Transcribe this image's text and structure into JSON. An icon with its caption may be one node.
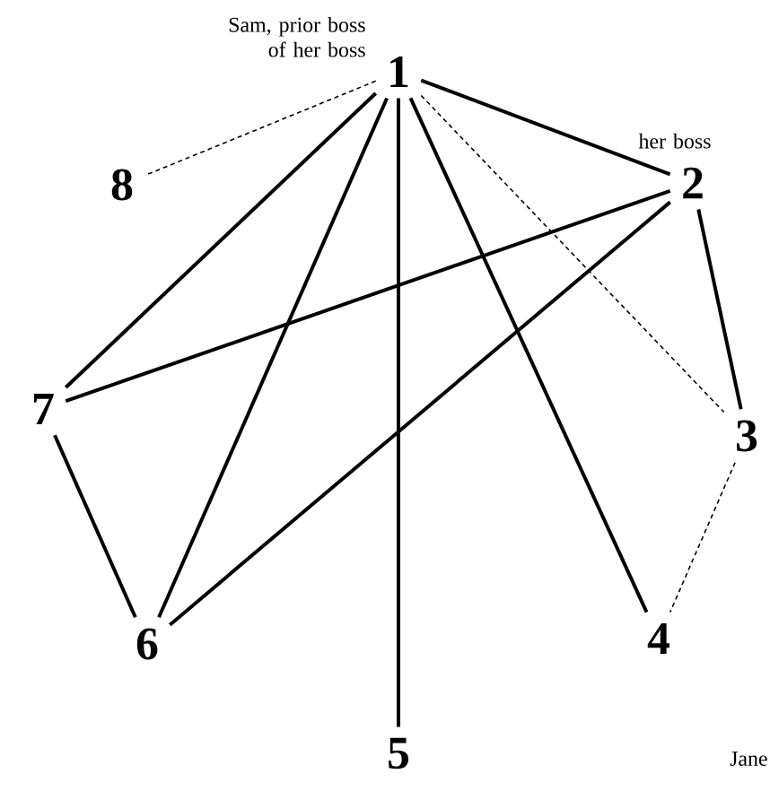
{
  "diagram": {
    "nodes": [
      {
        "text": [
          "1"
        ],
        "beside": [
          "Sam, prior boss of her boss"
        ]
      },
      {
        "text": [
          "2"
        ],
        "beside": [
          "her boss"
        ]
      },
      {
        "text": [
          "3"
        ]
      },
      {
        "text": [
          "4"
        ]
      },
      {
        "text": [
          "5"
        ]
      },
      {
        "text": [
          "6"
        ]
      },
      {
        "text": [
          "7"
        ]
      },
      {
        "text": [
          "8"
        ]
      }
    ],
    "edges": [
      {
        "from": 0,
        "to": 7,
        "arrow": "none",
        "style": "dashed"
      },
      {
        "from": 0,
        "to": 6,
        "arrow": "none"
      },
      {
        "from": 0,
        "to": 5,
        "arrow": "none"
      },
      {
        "from": 0,
        "to": 4,
        "arrow": "none"
      },
      {
        "from": 0,
        "to": 3,
        "arrow": "none"
      },
      {
        "from": 0,
        "to": 2,
        "arrow": "none",
        "style": "dashed"
      },
      {
        "from": 0,
        "to": 1,
        "arrow": "none"
      },
      {
        "from": 1,
        "to": 6,
        "arrow": "none"
      },
      {
        "from": 1,
        "to": 5,
        "arrow": "none"
      },
      {
        "from": 1,
        "to": 2,
        "arrow": "none"
      },
      {
        "from": 2,
        "to": 3,
        "arrow": "none",
        "style": "dashed"
      },
      {
        "from": 6,
        "to": 5,
        "arrow": "none"
      }
    ],
    "labels": [
      "Jane"
    ]
  }
}
